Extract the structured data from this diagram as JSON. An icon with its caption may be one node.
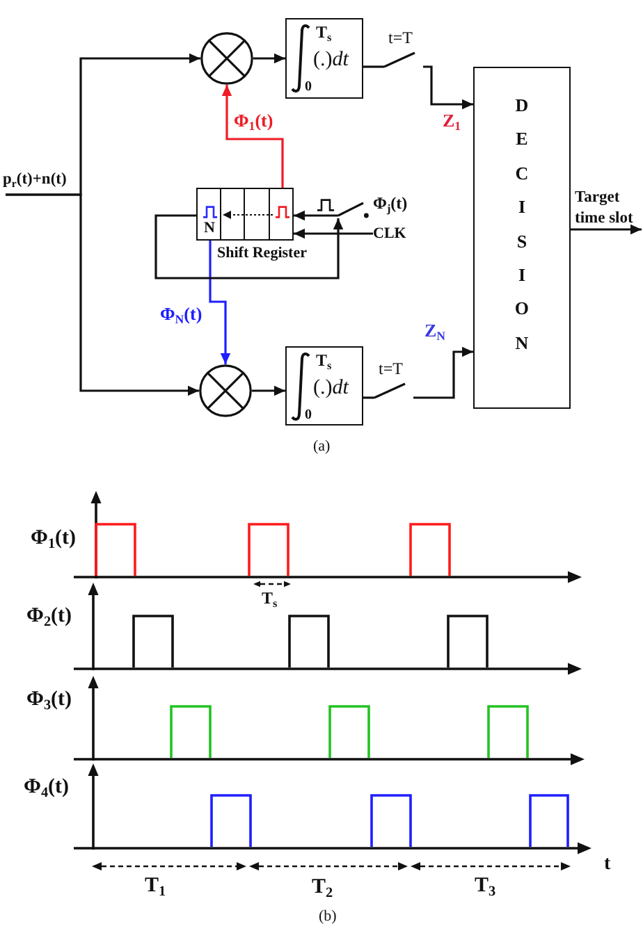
{
  "diagram": {
    "nodes": [
      {
        "text": [],
        "shape": "circle"
      },
      {
        "text": [
          "T$_{s}$",
          "(.)*dt*",
          "0"
        ]
      },
      {
        "text": [
          "t=T"
        ]
      },
      {
        "text": [
          "DECISION"
        ]
      },
      {
        "text": [
          "p$_{r}$(t)+n(t)"
        ]
      },
      {
        "text": [
          "Target time slot"
        ]
      },
      {
        "text": [
          "N"
        ],
        "beside": [
          "Shift Register"
        ]
      },
      {
        "text": [
          "Φ$_{j}$(t)"
        ]
      },
      {
        "text": [
          "CLK"
        ]
      },
      {
        "text": [],
        "shape": "circle"
      },
      {
        "text": [
          "T$_{s}$",
          "(.)*dt*",
          "0"
        ]
      },
      {
        "text": [
          "t=T"
        ]
      }
    ],
    "edges": [
      {
        "from": 4,
        "to": 0,
        "arrow": "to"
      },
      {
        "from": 4,
        "to": 9,
        "arrow": "to"
      },
      {
        "from": 0,
        "to": 1,
        "arrow": "to"
      },
      {
        "from": 1,
        "to": 2,
        "arrow": "none"
      },
      {
        "from": 2,
        "to": 3,
        "arrow": "to",
        "label": "Z$_{1}$"
      },
      {
        "from": 6,
        "to": 0,
        "arrow": "to",
        "label": "Φ$_{1}$(t)",
        "color": "#ee1c24"
      },
      {
        "from": 6,
        "to": 9,
        "arrow": "to",
        "label": "Φ$_{N}$(t)",
        "color": "#1f1fff"
      },
      {
        "from": 6,
        "to": 7,
        "arrow": "to"
      },
      {
        "from": 7,
        "to": 6,
        "arrow": "to"
      },
      {
        "from": 8,
        "to": 6,
        "arrow": "to"
      },
      {
        "from": 9,
        "to": 10,
        "arrow": "to"
      },
      {
        "from": 10,
        "to": 11,
        "arrow": "none"
      },
      {
        "from": 11,
        "to": 3,
        "arrow": "to",
        "label": "Z$_{N}$"
      },
      {
        "from": 3,
        "to": 5,
        "arrow": "to"
      }
    ],
    "labels": [
      "(a)",
      "Φ$_{1}$(t)",
      "T$_{s}$",
      "Φ$_{2}$(t)",
      "Φ$_{3}$(t)",
      "Φ$_{4}$(t)",
      "t",
      "T$_{1}$",
      "T$_{2}$",
      "T$_{3}$",
      "(b)"
    ]
  }
}
